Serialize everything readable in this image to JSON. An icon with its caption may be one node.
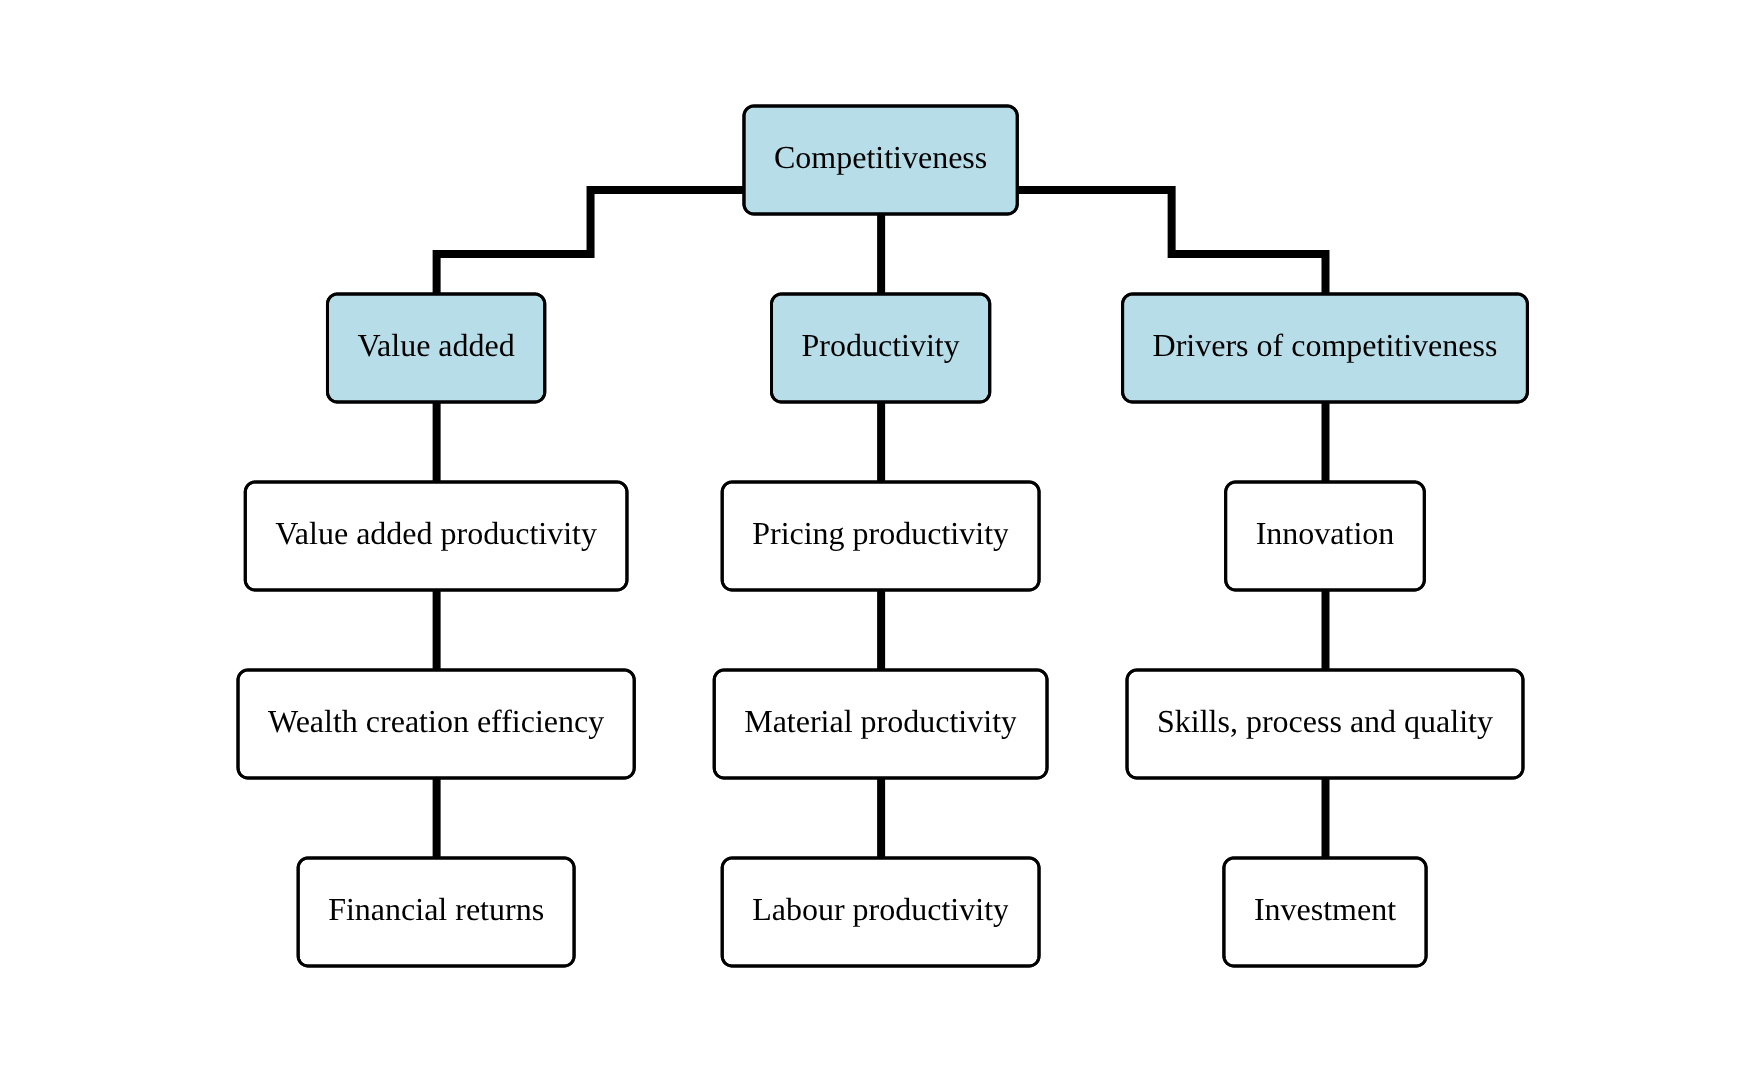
{
  "diagram": {
    "nodes": [
      {
        "text": [
          "Competitiveness"
        ]
      },
      {
        "text": [
          "Value added"
        ]
      },
      {
        "text": [
          "Productivity"
        ]
      },
      {
        "text": [
          "Drivers of competitiveness"
        ]
      },
      {
        "text": [
          "Value added productivity"
        ]
      },
      {
        "text": [
          "Wealth creation efficiency"
        ]
      },
      {
        "text": [
          "Financial returns"
        ]
      },
      {
        "text": [
          "Pricing productivity"
        ]
      },
      {
        "text": [
          "Material productivity"
        ]
      },
      {
        "text": [
          "Labour productivity"
        ]
      },
      {
        "text": [
          "Innovation"
        ]
      },
      {
        "text": [
          "Skills, process and quality"
        ]
      },
      {
        "text": [
          "Investment"
        ]
      }
    ],
    "edges": [
      {
        "from": 0,
        "to": 1,
        "arrow": "none"
      },
      {
        "from": 0,
        "to": 2,
        "arrow": "none"
      },
      {
        "from": 0,
        "to": 3,
        "arrow": "none"
      },
      {
        "from": 1,
        "to": 4,
        "arrow": "none"
      },
      {
        "from": 4,
        "to": 5,
        "arrow": "none"
      },
      {
        "from": 5,
        "to": 6,
        "arrow": "none"
      },
      {
        "from": 2,
        "to": 7,
        "arrow": "none"
      },
      {
        "from": 7,
        "to": 8,
        "arrow": "none"
      },
      {
        "from": 8,
        "to": 9,
        "arrow": "none"
      },
      {
        "from": 3,
        "to": 10,
        "arrow": "none"
      },
      {
        "from": 10,
        "to": 11,
        "arrow": "none"
      },
      {
        "from": 11,
        "to": 12,
        "arrow": "none"
      }
    ]
  }
}
